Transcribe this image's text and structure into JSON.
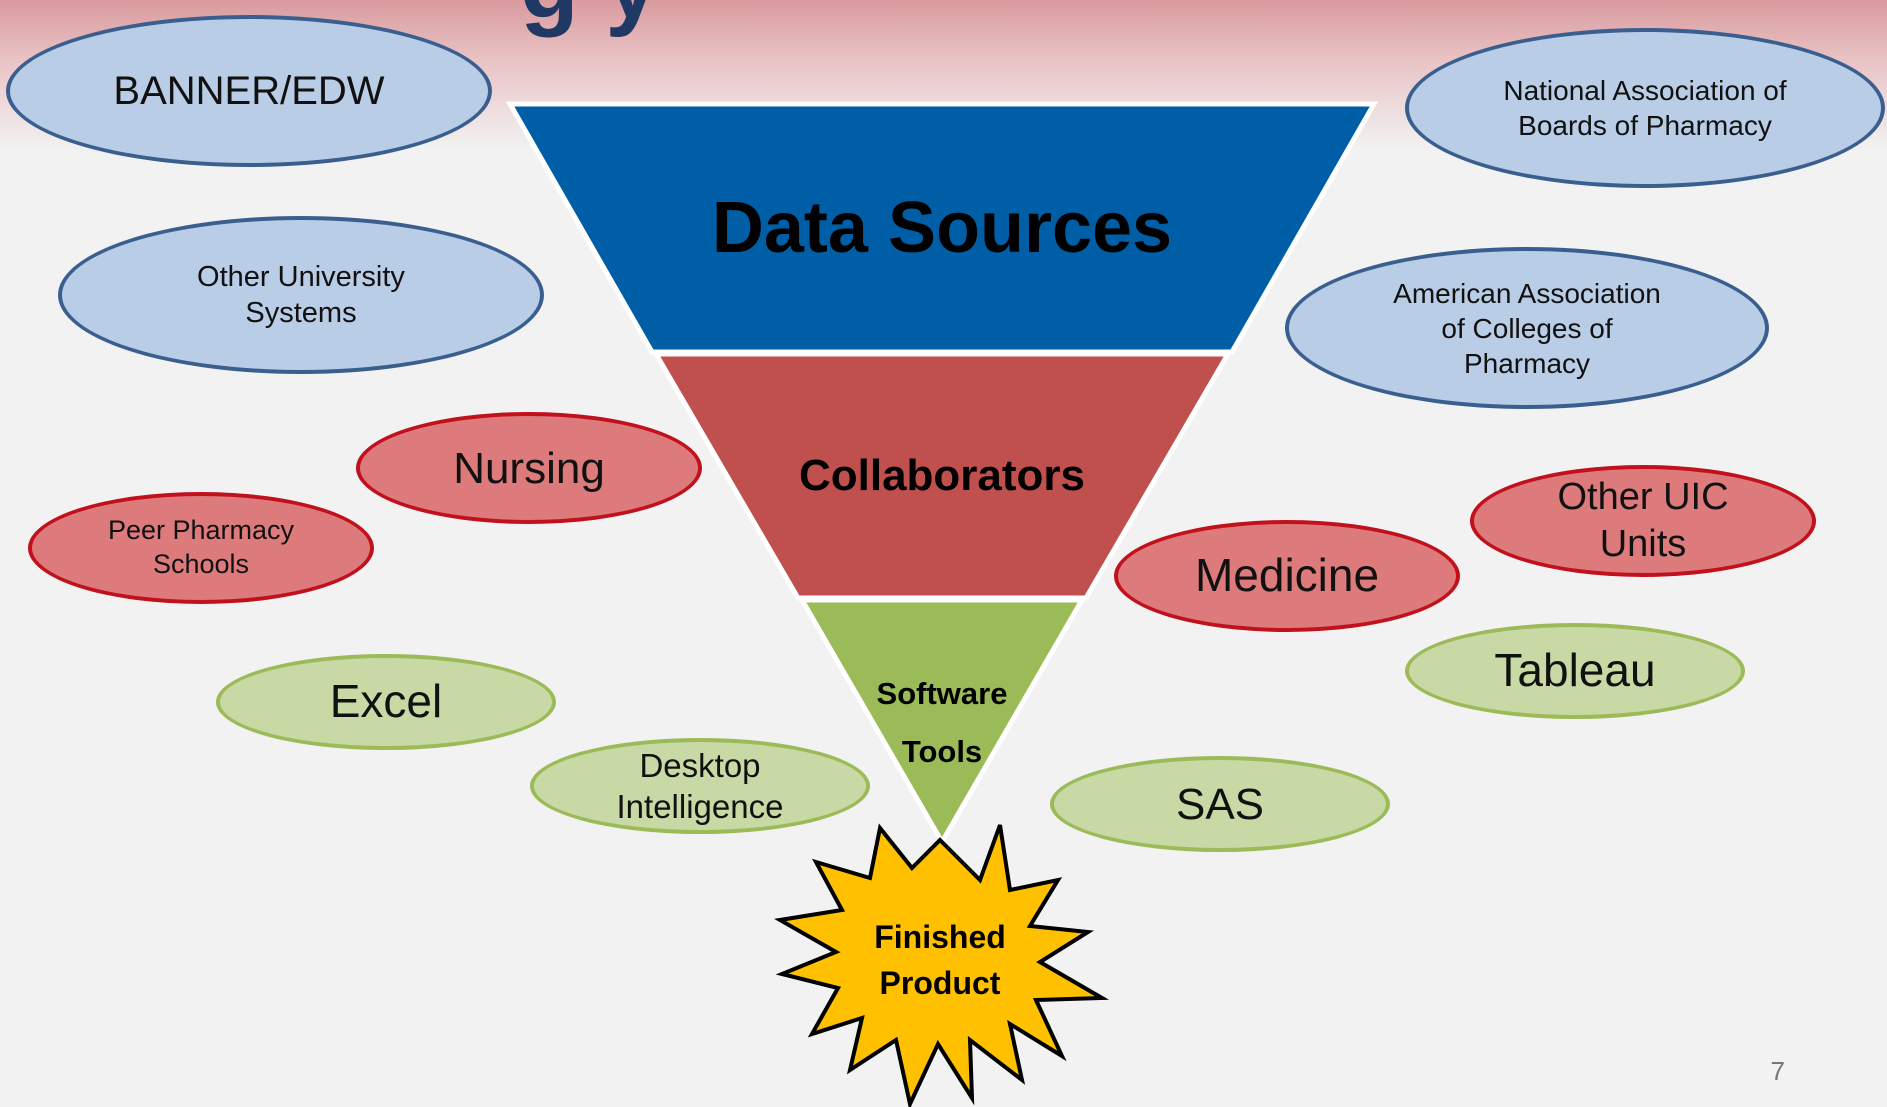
{
  "slide": {
    "title_fragment": "g                                       y",
    "page_number": "7"
  },
  "funnel": {
    "top_label": "Data Sources",
    "middle_label": "Collaborators",
    "bottom_label_line1": "Software",
    "bottom_label_line2": "Tools",
    "result_line1": "Finished",
    "result_line2": "Product",
    "colors": {
      "top": "#005ea6",
      "middle": "#c0504d",
      "bottom": "#9bbb59",
      "star": "#ffc000"
    }
  },
  "data_sources": [
    {
      "label": "BANNER/EDW"
    },
    {
      "label": "Other University Systems"
    },
    {
      "label": "National Association of Boards of Pharmacy"
    },
    {
      "label": "American Association of Colleges of Pharmacy"
    }
  ],
  "collaborators": [
    {
      "label": "Nursing"
    },
    {
      "label": "Peer Pharmacy Schools"
    },
    {
      "label": "Medicine"
    },
    {
      "label": "Other UIC Units"
    }
  ],
  "software_tools": [
    {
      "label": "Excel"
    },
    {
      "label": "Desktop Intelligence"
    },
    {
      "label": "Tableau"
    },
    {
      "label": "SAS"
    }
  ]
}
